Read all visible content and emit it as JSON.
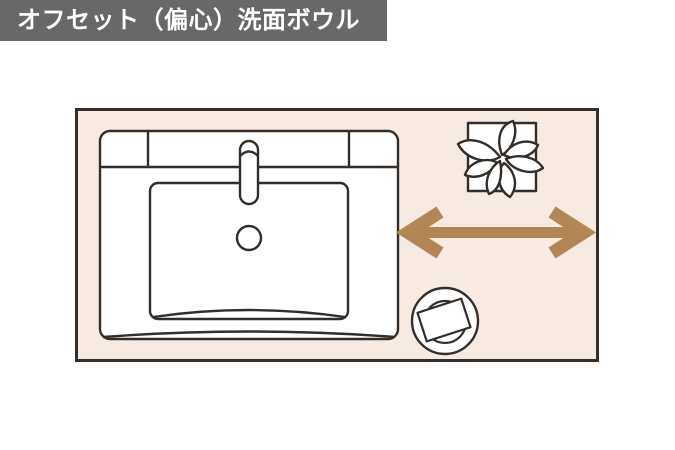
{
  "header": {
    "title": "オフセット（偏心）洗面ボウル"
  },
  "diagram": {
    "icons": [
      {
        "name": "washbasin-top-view-illustration",
        "meaning": "offset washbowl counter seen from above, bowl positioned left of center"
      },
      {
        "name": "potted-plant-icon",
        "meaning": "decorative plant placed on free counter space"
      },
      {
        "name": "double-headed-arrow-icon",
        "meaning": "horizontal span of free counter space"
      },
      {
        "name": "soap-dish-icon",
        "meaning": "soap on round dish placed on free counter space"
      }
    ]
  },
  "colors": {
    "header_bg": "#686868",
    "header_text": "#ffffff",
    "diagram_bg": "#f6eae3",
    "line": "#332e29",
    "arrow": "#b28655",
    "fill_white": "#ffffff"
  }
}
